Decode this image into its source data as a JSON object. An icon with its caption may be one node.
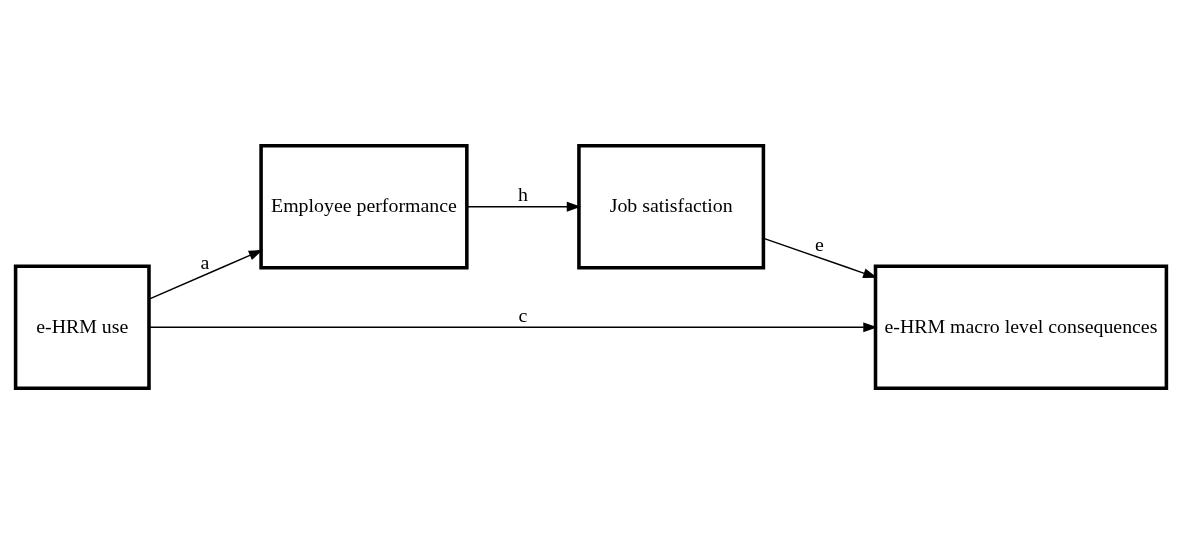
{
  "diagram": {
    "nodes": [
      {
        "text": [
          "e-HRM use"
        ]
      },
      {
        "text": [
          "Employee performance"
        ]
      },
      {
        "text": [
          "Job satisfaction"
        ]
      },
      {
        "text": [
          "e-HRM macro level consequences"
        ]
      }
    ],
    "edges": [
      {
        "from": 0,
        "to": 1,
        "arrow": "to",
        "label": "a"
      },
      {
        "from": 1,
        "to": 2,
        "arrow": "to",
        "label": "h"
      },
      {
        "from": 2,
        "to": 3,
        "arrow": "to",
        "label": "e"
      },
      {
        "from": 0,
        "to": 3,
        "arrow": "to",
        "label": "c"
      }
    ]
  }
}
